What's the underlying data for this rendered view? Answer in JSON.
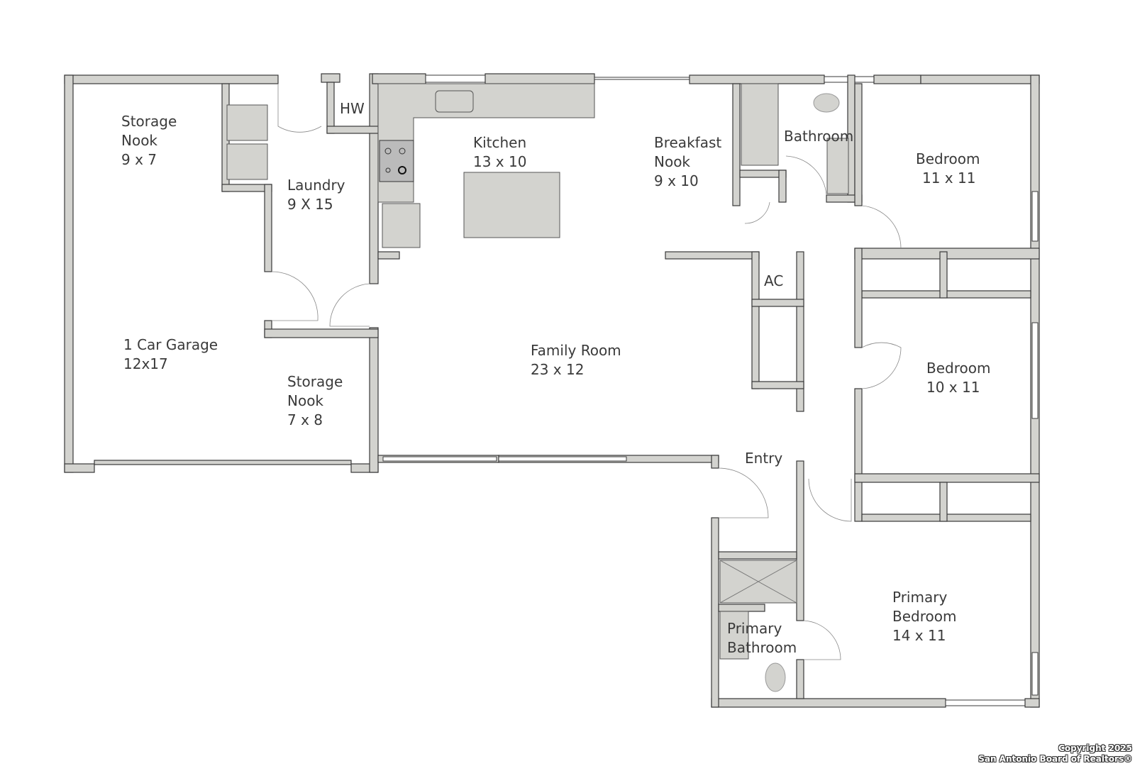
{
  "rooms": [
    {
      "name": "Storage",
      "name2": "Nook",
      "size": "9 x 7"
    },
    {
      "name": "Laundry",
      "size": "9 X 15"
    },
    {
      "name": "HW"
    },
    {
      "name": "Kitchen",
      "size": "13 x 10"
    },
    {
      "name": "Breakfast",
      "name2": "Nook",
      "size": "9 x 10"
    },
    {
      "name": "Bathroom"
    },
    {
      "name": "Bedroom",
      "size": "11 x 11"
    },
    {
      "name": "AC"
    },
    {
      "name": "1 Car Garage",
      "size": "12x17"
    },
    {
      "name": "Storage",
      "name2": "Nook",
      "size": "7 x 8"
    },
    {
      "name": "Family Room",
      "size": "23 x 12"
    },
    {
      "name": "Bedroom",
      "size": "10 x 11"
    },
    {
      "name": "Entry"
    },
    {
      "name": "Primary",
      "name2": "Bedroom",
      "size": "14 x 11"
    },
    {
      "name": "Primary",
      "name2": "Bathroom"
    }
  ],
  "copyright": {
    "line1": "Copyright 2025",
    "line2": "San Antonio Board of Realtors®"
  }
}
